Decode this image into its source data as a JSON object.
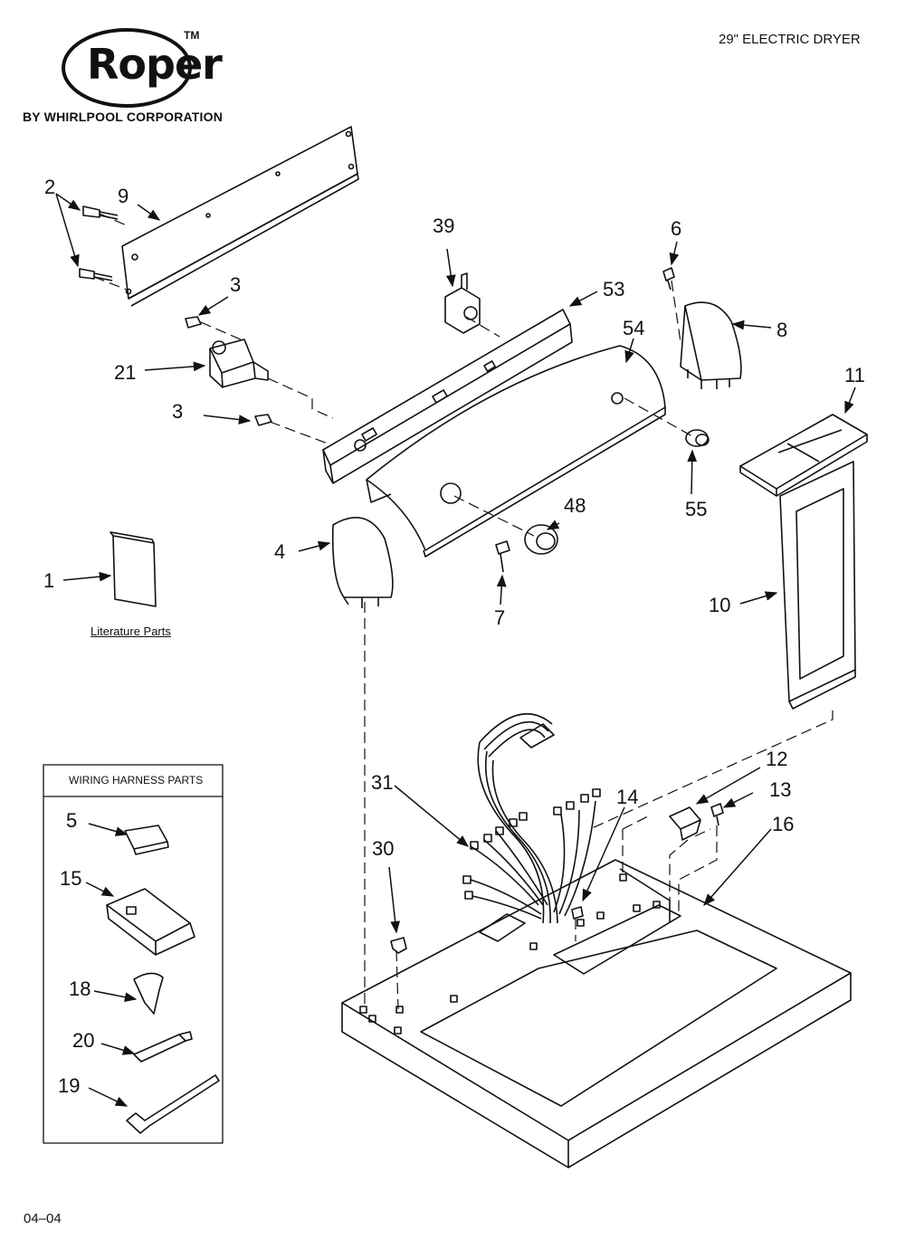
{
  "header": {
    "logo_text": "Roper",
    "trademark": "TM",
    "brand_subtitle": "BY WHIRLPOOL CORPORATION",
    "model_title": "29\" ELECTRIC DRYER"
  },
  "literature": {
    "label": "Literature Parts"
  },
  "harness_box": {
    "title": "WIRING HARNESS PARTS"
  },
  "callouts": {
    "c1": "1",
    "c2": "2",
    "c3a": "3",
    "c3b": "3",
    "c4": "4",
    "c5": "5",
    "c6": "6",
    "c7": "7",
    "c8": "8",
    "c9": "9",
    "c10": "10",
    "c11": "11",
    "c12": "12",
    "c13": "13",
    "c14": "14",
    "c15": "15",
    "c16": "16",
    "c18": "18",
    "c19": "19",
    "c20": "20",
    "c21": "21",
    "c30": "30",
    "c31": "31",
    "c39": "39",
    "c48": "48",
    "c53": "53",
    "c54": "54",
    "c55": "55"
  },
  "footer": {
    "date_code": "04–04"
  }
}
